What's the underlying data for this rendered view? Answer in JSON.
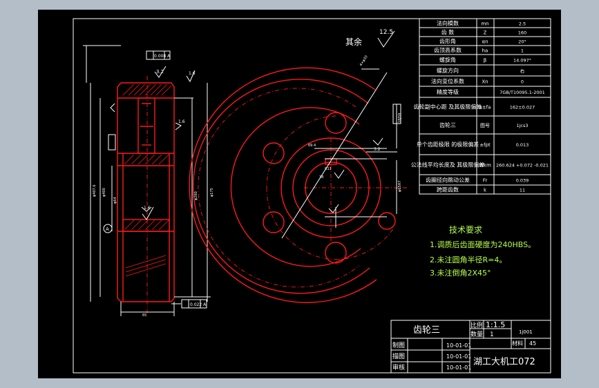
{
  "colors": {
    "drawing_bg": "#000000",
    "outer_bg": "#b4bec8",
    "line": "#ffffff",
    "part": "#ff1a1a",
    "note": "#b8ff4a"
  },
  "surface_finish": {
    "label": "其余",
    "value": "12.5"
  },
  "param_table": [
    {
      "name": "法向模数",
      "symbol": "mn",
      "value": "2.5"
    },
    {
      "name": "齿    数",
      "symbol": "Z",
      "value": "160"
    },
    {
      "name": "齿形角",
      "symbol": "αn",
      "value": "20°"
    },
    {
      "name": "齿顶高系数",
      "symbol": "ha",
      "value": "1"
    },
    {
      "name": "螺旋角",
      "symbol": "β",
      "value": "14.097°"
    },
    {
      "name": "螺旋方向",
      "symbol": "",
      "value": "右"
    },
    {
      "name": "法向变位系数",
      "symbol": "Xn",
      "value": "0"
    },
    {
      "name": "精度等级",
      "symbol": "",
      "value": "7GB/T10095.1-2001"
    },
    {
      "name": "齿轮副中心距 及其极限偏差",
      "symbol": "a±fa",
      "value": "162±0.027"
    },
    {
      "name": "齿轮三",
      "symbol": "图号",
      "value": "1jcs3"
    },
    {
      "name": "单个齿距极限 的极限偏差",
      "symbol": "±fpt",
      "value": "0.013"
    },
    {
      "name": "公法线平均长度及 其极限偏差",
      "symbol": "Wkm",
      "value": "260.624 +0.072 -0.021"
    },
    {
      "name": "齿圈径向跳动公差",
      "symbol": "Fr",
      "value": "0.039"
    },
    {
      "name": "跨距齿数",
      "symbol": "k",
      "value": "11"
    }
  ],
  "tech_req": {
    "title": "技术要求",
    "items": [
      "1.调质后齿面硬度为240HBS。",
      "2.未注圆角半径R=4。",
      "3.未注倒角2X45°"
    ]
  },
  "title_block": {
    "part_name": "齿轮三",
    "scale_label": "比例",
    "scale_value": "1:1.5",
    "qty_label": "数量",
    "qty_value": "1",
    "drawing_no": "1j001",
    "material_label": "材料",
    "material_value": "45",
    "roles": [
      "制图",
      "描图",
      "审核"
    ],
    "dates": [
      "10-01-01",
      "10-01-01",
      "10-01-01"
    ],
    "school": "湖工大机工072"
  },
  "annotations": {
    "tol_top": "0.008 A",
    "tol_bottom": "0.022 A",
    "rough_a": "3.2",
    "rough_b": "1.6",
    "rough_c": "1.6",
    "rough_d": "1.6",
    "rough_e": "3.2",
    "datum": "A",
    "dim_a": "4×φ30",
    "dim_b": "φ175",
    "dim_c": "φ407.6",
    "dim_d": "φ400",
    "dim_e": "φ64",
    "dim_f": "φ260",
    "dim_width": "65",
    "dim_bore": "φ65H7",
    "dim_key": "18",
    "dim_radius": "R11",
    "dim_keydepth": "69.4",
    "dim_key2": "18JS9"
  }
}
